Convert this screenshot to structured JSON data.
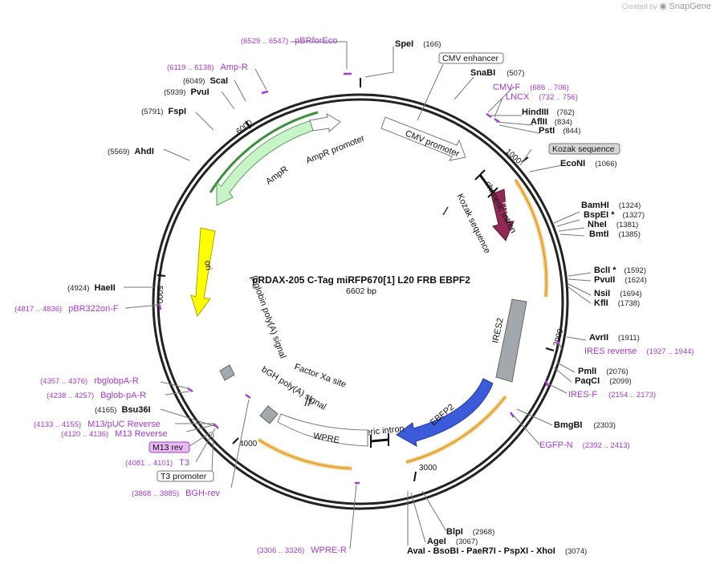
{
  "brand": {
    "prefix": "Created by",
    "name": "SnapGene"
  },
  "plasmid": {
    "name": "pRDAX-205    C-Tag miRFP670[1] L20 FRB EBPF2",
    "size_label": "6602 bp"
  },
  "ticks": [
    "1000",
    "2000",
    "3000",
    "4000",
    "5000",
    "6000"
  ],
  "features": {
    "cmv_promoter": "CMV promoter",
    "chimeric_intron_top": "chimeric intron",
    "frb": "FRB",
    "kozak_sequence": "Kozak sequence",
    "ires2": "IRES2",
    "ebfp2": "EBFP2",
    "chimeric_intron_bottom": "chimeric intron",
    "wpre": "WPRE",
    "bgh_polya": "bGH poly(A) signal",
    "factor_xa": "Factor Xa site",
    "beta_globin_polya": "β-globin poly(A) signal",
    "ori": "ori",
    "ampr": "AmpR",
    "ampr_promoter": "AmpR promoter"
  },
  "boxed_labels": {
    "cmv_enhancer": "CMV enhancer",
    "kozak_box": "Kozak sequence",
    "m13_rev": "M13 rev",
    "t3_promoter": "T3 promoter"
  },
  "enzymes": [
    {
      "name": "SpeI",
      "pos": "(166)"
    },
    {
      "name": "SnaBI",
      "pos": "(507)"
    },
    {
      "name": "HindIII",
      "pos": "(762)"
    },
    {
      "name": "AflII",
      "pos": "(834)"
    },
    {
      "name": "PstI",
      "pos": "(844)"
    },
    {
      "name": "EcoNI",
      "pos": "(1066)"
    },
    {
      "name": "BamHI",
      "pos": "(1324)"
    },
    {
      "name": "BspEI  *",
      "pos": "(1327)"
    },
    {
      "name": "NheI",
      "pos": "(1381)"
    },
    {
      "name": "BmtI",
      "pos": "(1385)"
    },
    {
      "name": "BclI  *",
      "pos": "(1592)"
    },
    {
      "name": "PvuII",
      "pos": "(1624)"
    },
    {
      "name": "NsiI",
      "pos": "(1694)"
    },
    {
      "name": "KflI",
      "pos": "(1738)"
    },
    {
      "name": "AvrII",
      "pos": "(1911)"
    },
    {
      "name": "PmlI",
      "pos": "(2076)"
    },
    {
      "name": "PaqCI",
      "pos": "(2099)"
    },
    {
      "name": "BmgBI",
      "pos": "(2303)"
    },
    {
      "name": "BlpI",
      "pos": "(2968)"
    },
    {
      "name": "AgeI",
      "pos": "(3067)"
    },
    {
      "name": "AvaI  -  BsoBI  -  PaeR7I  -  PspXI  -  XhoI",
      "pos": "(3074)"
    },
    {
      "name": "Bsu36I",
      "pos": "(4165)"
    },
    {
      "name": "HaeII",
      "pos": "(4924)"
    },
    {
      "name": "AhdI",
      "pos": "(5569)"
    },
    {
      "name": "FspI",
      "pos": "(5791)"
    },
    {
      "name": "PvuI",
      "pos": "(5939)"
    },
    {
      "name": "ScaI",
      "pos": "(6049)"
    }
  ],
  "primers": [
    {
      "name": "pBRforEco",
      "pos": "(6529 .. 6547)"
    },
    {
      "name": "Amp-R",
      "pos": "(6119 .. 6138)"
    },
    {
      "name": "CMV-F",
      "pos": "(686 .. 706)"
    },
    {
      "name": "LNCX",
      "pos": "(732 .. 756)"
    },
    {
      "name": "IRES reverse",
      "pos": "(1927 .. 1944)"
    },
    {
      "name": "IRES-F",
      "pos": "(2154 .. 2173)"
    },
    {
      "name": "EGFP-N",
      "pos": "(2392 .. 2413)"
    },
    {
      "name": "WPRE-R",
      "pos": "(3306 .. 3326)"
    },
    {
      "name": "BGH-rev",
      "pos": "(3868 .. 3885)"
    },
    {
      "name": "T3",
      "pos": "(4081 .. 4101)"
    },
    {
      "name": "M13 Reverse",
      "pos": "(4120 .. 4136)"
    },
    {
      "name": "M13/pUC Reverse",
      "pos": "(4133 .. 4155)"
    },
    {
      "name": "Bglob-pA-R",
      "pos": "(4238 .. 4257)"
    },
    {
      "name": "rbglobpA-R",
      "pos": "(4357 .. 4376)"
    },
    {
      "name": "pBR322ori-F",
      "pos": "(4817 .. 4836)"
    }
  ],
  "colors": {
    "frb": "#8e2a55",
    "ires2": "#a3a8ad",
    "ebfp2": "#3b5bdb",
    "ori": "#ffff00",
    "ampr": "#c8f5c8",
    "primer": "#a43bd0",
    "orf_highlight": "#f7c776",
    "ampr_orf": "#3f8f3f"
  }
}
